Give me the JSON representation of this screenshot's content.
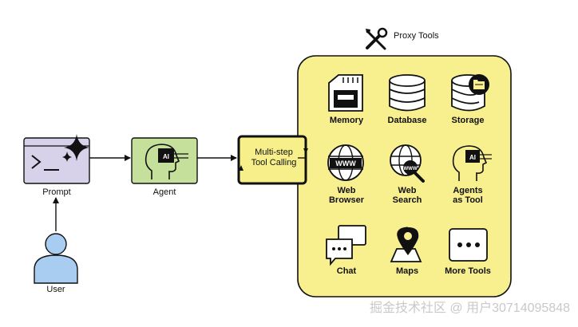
{
  "proxy_tools": {
    "title": "Proxy Tools",
    "icon": "wrench-screwdriver-icon"
  },
  "nodes": {
    "prompt": {
      "label": "Prompt",
      "icon": "terminal-sparkle-icon",
      "color": "#d7d2ea"
    },
    "agent": {
      "label": "Agent",
      "icon": "ai-head-icon",
      "chip_text": "AI",
      "color": "#c5e09a"
    },
    "tool_calling": {
      "line1": "Multi-step",
      "line2": "Tool Calling",
      "color": "#f7ef8a"
    },
    "user": {
      "label": "User",
      "icon": "user-icon",
      "color": "#a9cdf0"
    }
  },
  "tools": [
    {
      "label": "Memory",
      "icon": "memory-card-icon"
    },
    {
      "label": "Database",
      "icon": "database-icon"
    },
    {
      "label": "Storage",
      "icon": "storage-icon"
    },
    {
      "label": "Web Browser",
      "line1": "Web",
      "line2": "Browser",
      "icon": "www-globe-icon",
      "badge": "WWW"
    },
    {
      "label": "Web Search",
      "line1": "Web",
      "line2": "Search",
      "icon": "web-search-icon",
      "badge": "WWW"
    },
    {
      "label": "Agents as Tool",
      "line1": "Agents",
      "line2": "as Tool",
      "icon": "ai-head-icon",
      "chip_text": "AI"
    },
    {
      "label": "Chat",
      "icon": "chat-bubbles-icon"
    },
    {
      "label": "Maps",
      "icon": "map-pin-icon"
    },
    {
      "label": "More Tools",
      "icon": "more-dots-icon"
    }
  ],
  "panel_color": "#f8ef8f",
  "watermark": "掘金技术社区 @ 用户3071409584​8"
}
